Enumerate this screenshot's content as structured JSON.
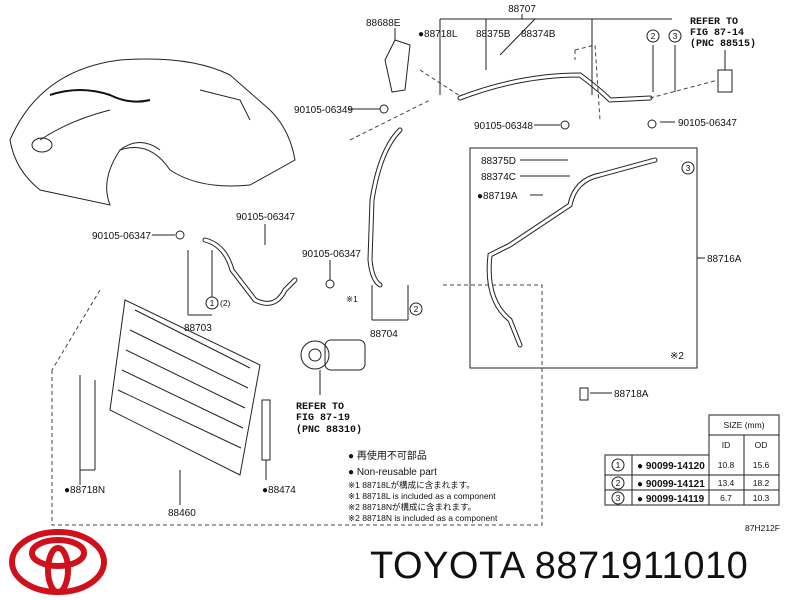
{
  "diagram": {
    "labels": {
      "p88707": "88707",
      "p88688E": "88688E",
      "p88718L": "●88718L",
      "p88375B": "88375B",
      "p88374B": "88374B",
      "refer1": [
        "REFER TO",
        "FIG 87-14",
        "(PNC 88515)"
      ],
      "b06349": "90105-06349",
      "b06348": "90105-06348",
      "b06347a": "90105-06347",
      "b06347b": "90105-06347",
      "b06347c": "90105-06347",
      "b06347d": "90105-06347",
      "p88375D": "88375D",
      "p88374C": "88374C",
      "p88719A": "●88719A",
      "p88716A": "88716A",
      "note2": "※2",
      "note1": "※1",
      "p88718A": "88718A",
      "p88703": "88703",
      "p88704": "88704",
      "refer2": [
        "REFER TO",
        "FIG 87-19",
        "(PNC 88310)"
      ],
      "p88718N": "●88718N",
      "p88474": "●88474",
      "p88460": "88460",
      "c1": "1",
      "c2": "2",
      "c3": "3",
      "c2paren": "(2)",
      "figcode": "87H212F"
    },
    "legend": [
      "● 再使用不可部品",
      "● Non-reusable part",
      "※1 88718Lが構成に含まれます。",
      "※1 88718L is included as a component",
      "※2 88718Nが構成に含まれます。",
      "※2 88718N is included as a component"
    ],
    "size_table": {
      "header": "SIZE (mm)",
      "cols": [
        "ID",
        "OD"
      ],
      "rows": [
        {
          "ref": "1",
          "part": "● 90099-14120",
          "id": "10.8",
          "od": "15.6"
        },
        {
          "ref": "2",
          "part": "● 90099-14121",
          "id": "13.4",
          "od": "18.2"
        },
        {
          "ref": "3",
          "part": "● 90099-14119",
          "id": "6.7",
          "od": "10.3"
        }
      ]
    }
  },
  "footer": {
    "brand": "TOYOTA",
    "part_number": "8871911010",
    "logo_color": "#d0101a"
  }
}
